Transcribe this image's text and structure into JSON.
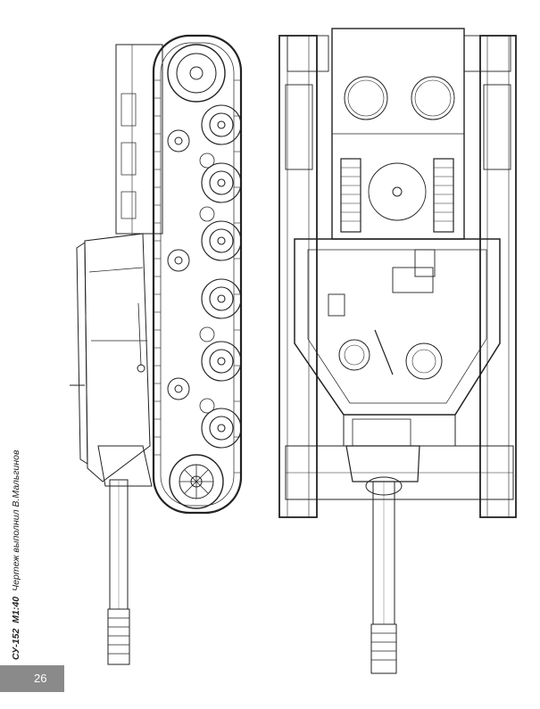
{
  "caption": {
    "model": "СУ-152",
    "scale": "М1:40",
    "credit": "Чертеж выполнил В.Мальгинов"
  },
  "page_number": "26"
}
